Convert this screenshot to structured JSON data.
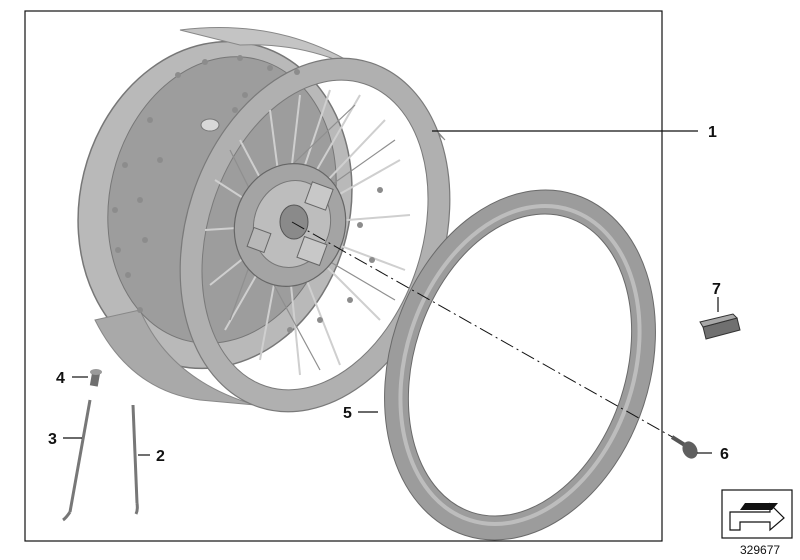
{
  "callouts": {
    "c1": "1",
    "c2": "2",
    "c3": "3",
    "c4": "4",
    "c5": "5",
    "c6": "6",
    "c7": "7"
  },
  "reference_number": "329677",
  "colors": {
    "part_gray": "#a8a8a8",
    "part_dark": "#6e6e6e",
    "frame": "#111111"
  },
  "icons": {
    "corner_symbol": "direction-arrow-icon"
  }
}
